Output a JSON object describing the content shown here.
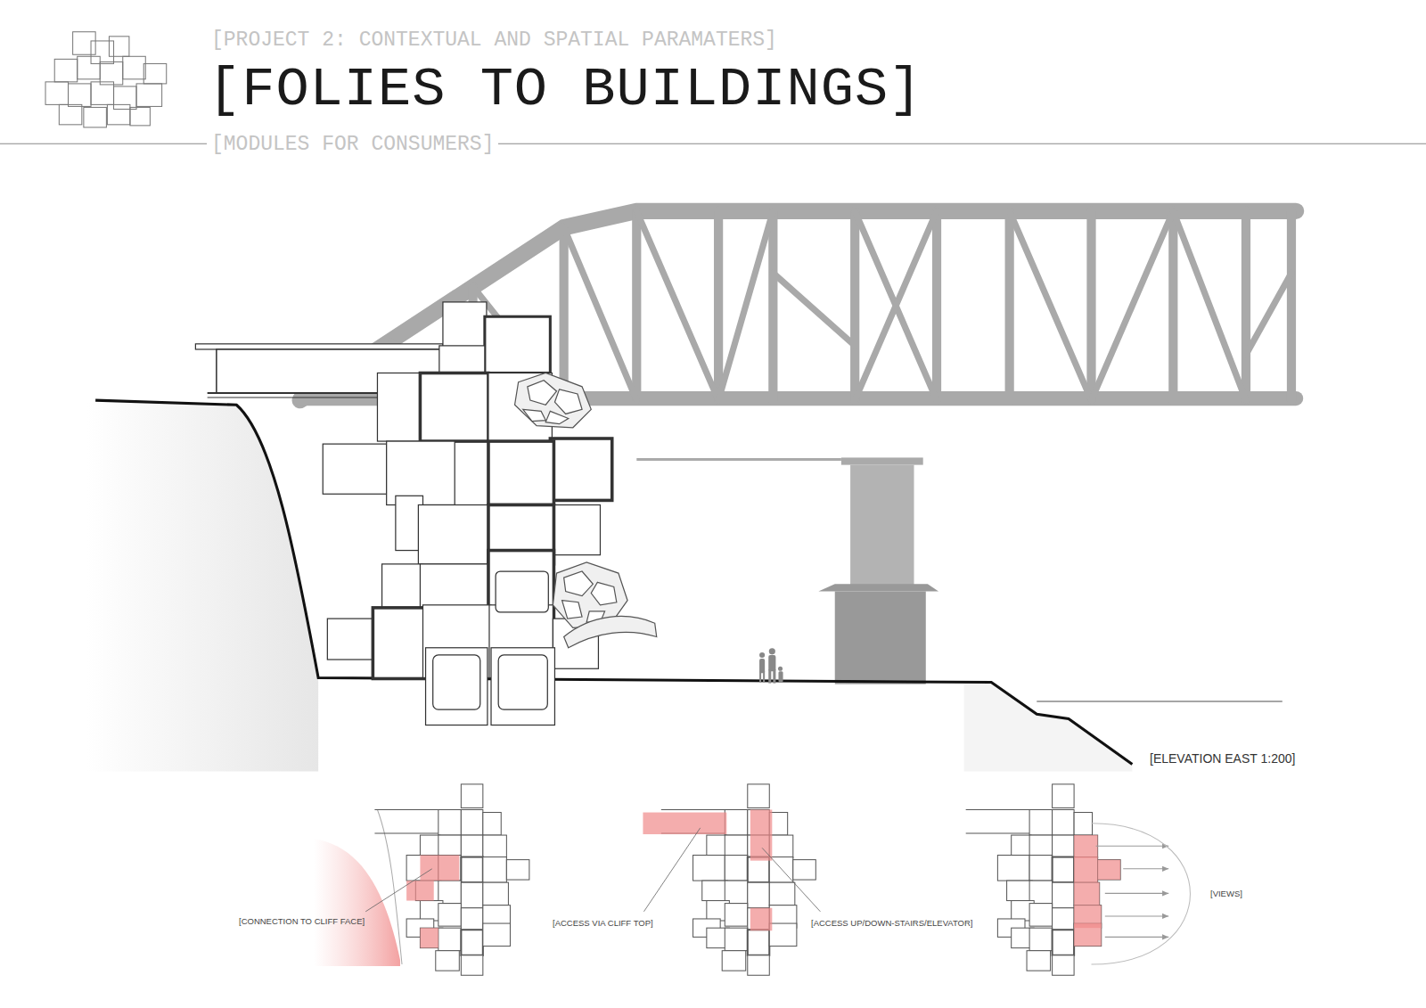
{
  "diagram": {
    "title": "[FOLIES TO BUILDINGS]",
    "labels": [
      "[PROJECT 2: CONTEXTUAL AND SPATIAL PARAMATERS]",
      "[MODULES FOR CONSUMERS]",
      "[ELEVATION EAST 1:200]",
      "[CONNECTION TO CLIFF FACE]",
      "[ACCESS VIA CLIFF TOP]",
      "[ACCESS UP/DOWN-STAIRS/ELEVATOR]",
      "[VIEWS]"
    ]
  }
}
